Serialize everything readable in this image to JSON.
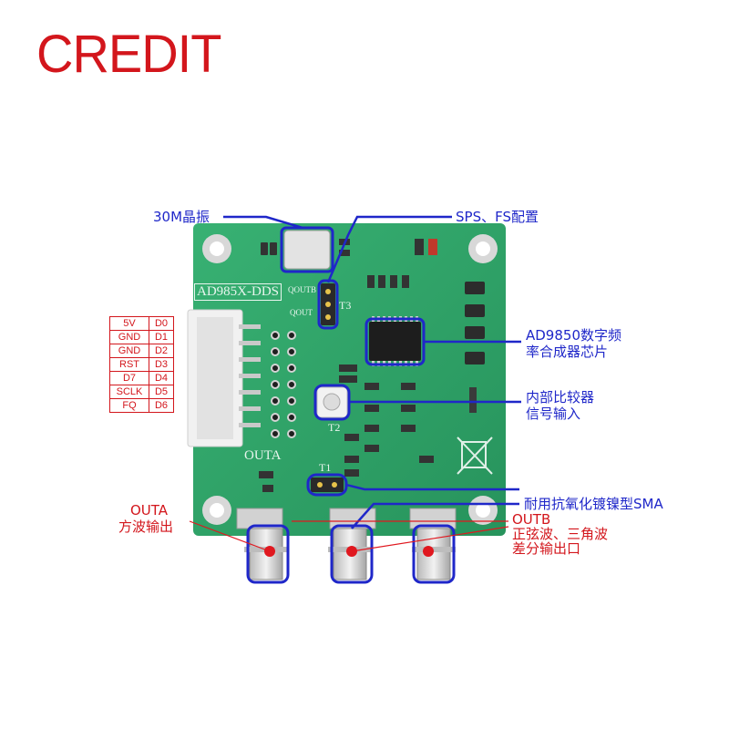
{
  "brand": {
    "logo_text": "CREDIT"
  },
  "board": {
    "silk_title": "AD985X-DDS",
    "silk_outa": "OUTA",
    "silk_qoutb": "QOUTB",
    "silk_qout": "QOUT",
    "silk_t3": "T3",
    "silk_t2": "T2",
    "silk_t1": "T1"
  },
  "pins": [
    {
      "name": "5V",
      "pin": "D0"
    },
    {
      "name": "GND",
      "pin": "D1"
    },
    {
      "name": "GND",
      "pin": "D2"
    },
    {
      "name": "RST",
      "pin": "D3"
    },
    {
      "name": "D7",
      "pin": "D4"
    },
    {
      "name": "SCLK",
      "pin": "D5"
    },
    {
      "name": "FQ",
      "pin": "D6"
    }
  ],
  "callouts": {
    "crystal": "30M晶振",
    "sps_fs": "SPS、FS配置",
    "chip_line1": "AD9850数字频",
    "chip_line2": "率合成器芯片",
    "comparator_line1": "内部比较器",
    "comparator_line2": "信号输入",
    "sma": "耐用抗氧化镀镍型SMA",
    "outa_line1": "OUTA",
    "outa_line2": "方波输出",
    "outb_line1": "OUTB",
    "outb_line2": "正弦波、三角波",
    "outb_line3": "差分输出口"
  },
  "colors": {
    "brand_red": "#d3161c",
    "annotation_blue": "#1f27c9",
    "pcb_green": "#2fa66a"
  }
}
